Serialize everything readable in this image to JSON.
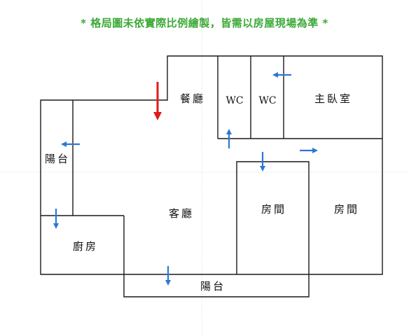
{
  "notice": "* 格局圖未依實際比例繪製，皆需以房屋現場為準 *",
  "rooms": {
    "dining": "餐廳",
    "wc1": "WC",
    "wc2": "WC",
    "master_bedroom": "主臥室",
    "balcony_left": "陽台",
    "living": "客廳",
    "bedroom_mid": "房間",
    "bedroom_right": "房間",
    "kitchen": "廚房",
    "balcony_bottom": "陽台"
  },
  "colors": {
    "notice": "#3aa935",
    "wall": "#1a1a1a",
    "door_arrow": "#2a78d8",
    "entrance_arrow": "#e01b1b",
    "guide_line": "#d9d9d9"
  },
  "arrows": {
    "entrance": "arrow-down-icon",
    "doors": [
      "arrow-left-icon",
      "arrow-up-icon",
      "arrow-right-icon",
      "arrow-down-icon"
    ]
  }
}
